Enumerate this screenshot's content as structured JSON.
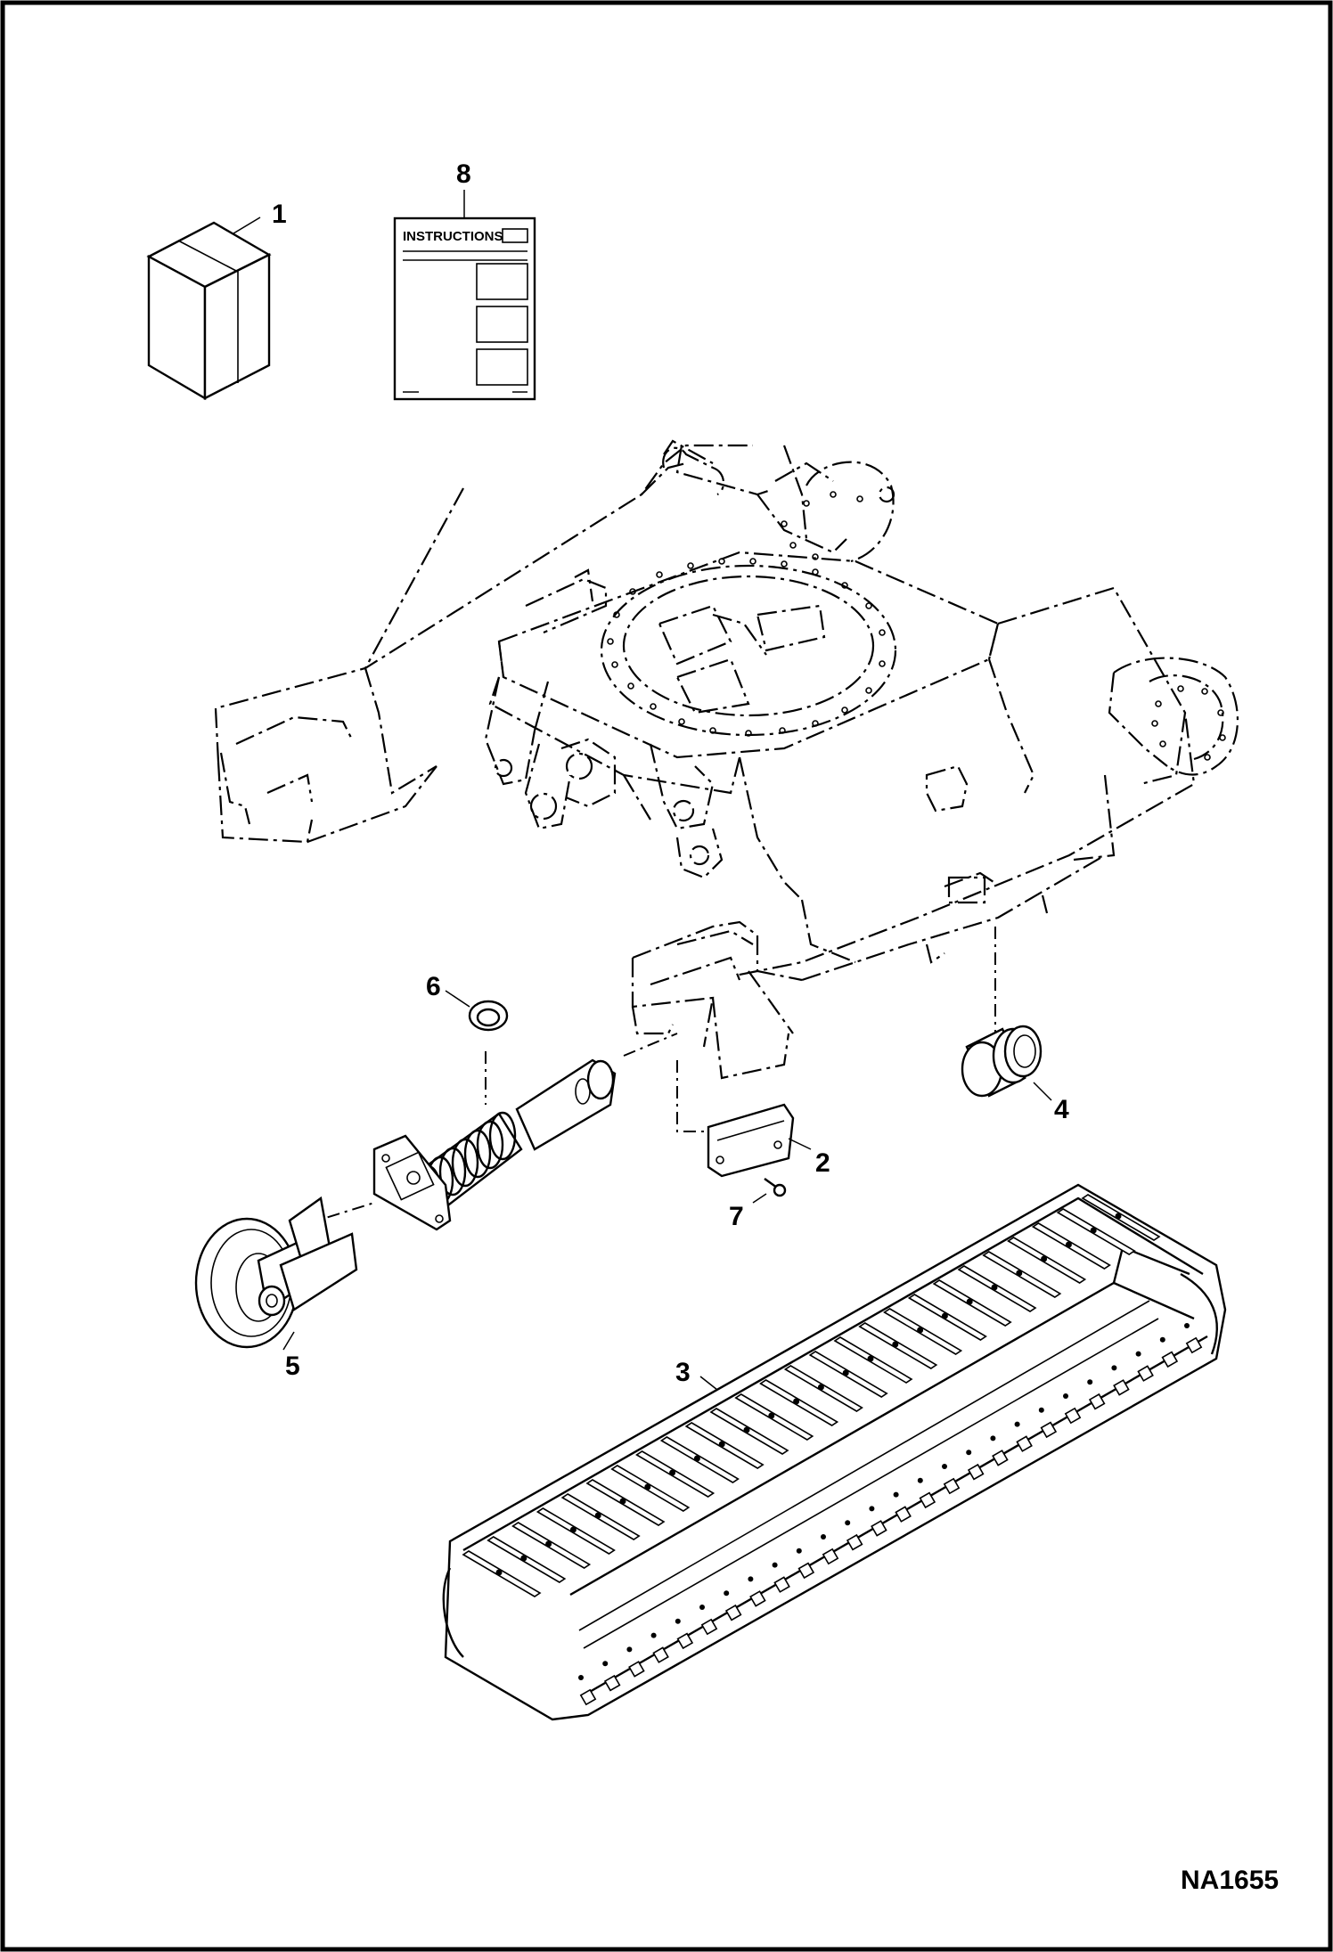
{
  "callouts": {
    "c1": "1",
    "c2": "2",
    "c3": "3",
    "c4": "4",
    "c5": "5",
    "c6": "6",
    "c7": "7",
    "c8": "8"
  },
  "manual_title": "INSTRUCTIONS",
  "figure_id": "NA1655"
}
